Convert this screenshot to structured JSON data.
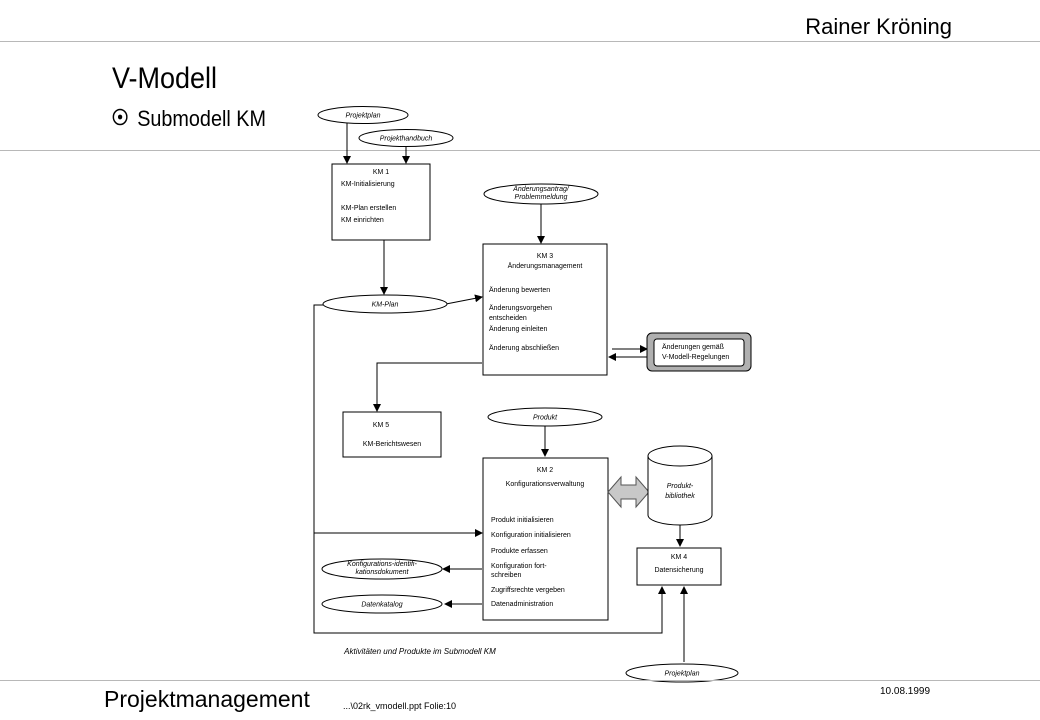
{
  "header": {
    "author": "Rainer Kröning"
  },
  "slide": {
    "title": "V-Modell",
    "subtitle": "Submodell KM",
    "bullet_icon": "target-bullet-icon"
  },
  "diagram": {
    "caption": "Aktivitäten und Produkte im Submodell KM",
    "products": {
      "projektplan_top": "Projektplan",
      "projekthandbuch": "Projekthandbuch",
      "aenderungsantrag_1": "Änderungsantrag/",
      "aenderungsantrag_2": "Problemmeldung",
      "km_plan": "KM-Plan",
      "produkt": "Produkt",
      "konfig_1": "Konfigurations-identifi-",
      "konfig_2": "kationsdokument",
      "datenkatalog": "Datenkatalog",
      "projektplan_bottom": "Projektplan"
    },
    "km1": {
      "header": "KM 1",
      "lines": [
        "KM-Initialisierung",
        "KM-Plan erstellen",
        "KM einrichten"
      ]
    },
    "km3": {
      "header": "KM 3",
      "subheader": "Änderungsmanagement",
      "lines": [
        "Änderung bewerten",
        "Änderungsvorgehen",
        "entscheiden",
        "Änderung einleiten",
        "Änderung abschließen"
      ]
    },
    "km5": {
      "header": "KM 5",
      "lines": [
        "KM-Berichtswesen"
      ]
    },
    "km2": {
      "header": "KM 2",
      "subheader": "Konfigurationsverwaltung",
      "lines": [
        "Produkt initialisieren",
        "Konfiguration initialisieren",
        "Produkte erfassen",
        "Konfiguration fort-",
        "schreiben",
        "Zugriffsrechte vergeben",
        "Datenadministration"
      ]
    },
    "km4": {
      "header": "KM 4",
      "lines": [
        "Datensicherung"
      ]
    },
    "regel": {
      "lines": [
        "Änderungen gemäß",
        "V-Modell-Regelungen"
      ]
    },
    "bibliothek": {
      "lines": [
        "Produkt-",
        "bibliothek"
      ]
    }
  },
  "footer": {
    "title": "Projektmanagement",
    "file": "...\\02rk_vmodell.ppt     Folie:10",
    "date": "10.08.1999"
  }
}
